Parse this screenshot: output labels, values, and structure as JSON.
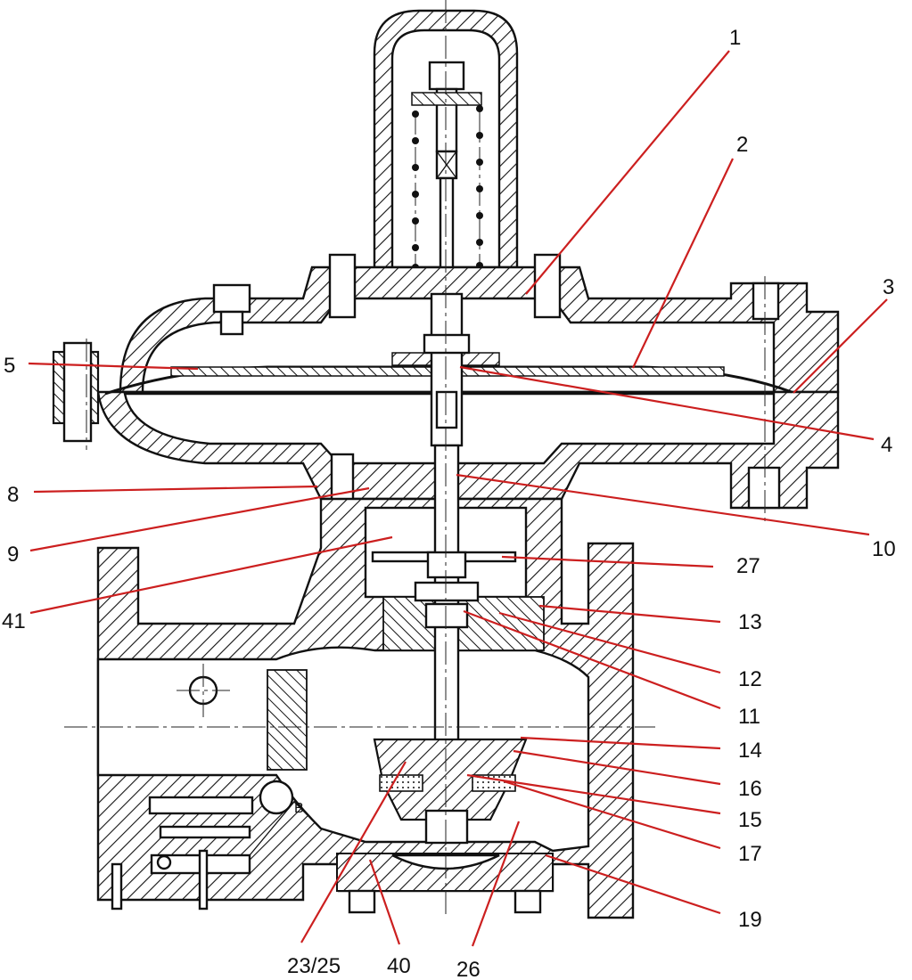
{
  "labels": {
    "l1": "1",
    "l2": "2",
    "l3": "3",
    "l4": "4",
    "l5": "5",
    "l8": "8",
    "l9": "9",
    "l10": "10",
    "l11": "11",
    "l12": "12",
    "l13": "13",
    "l14": "14",
    "l15": "15",
    "l16": "16",
    "l17": "17",
    "l19": "19",
    "l23_25": "23/25",
    "l26": "26",
    "l27": "27",
    "l40": "40",
    "l41": "41",
    "lB": "B"
  },
  "colors": {
    "leader_line": "#cc1f1f",
    "drawing_ink": "#111111",
    "background": "#ffffff"
  }
}
